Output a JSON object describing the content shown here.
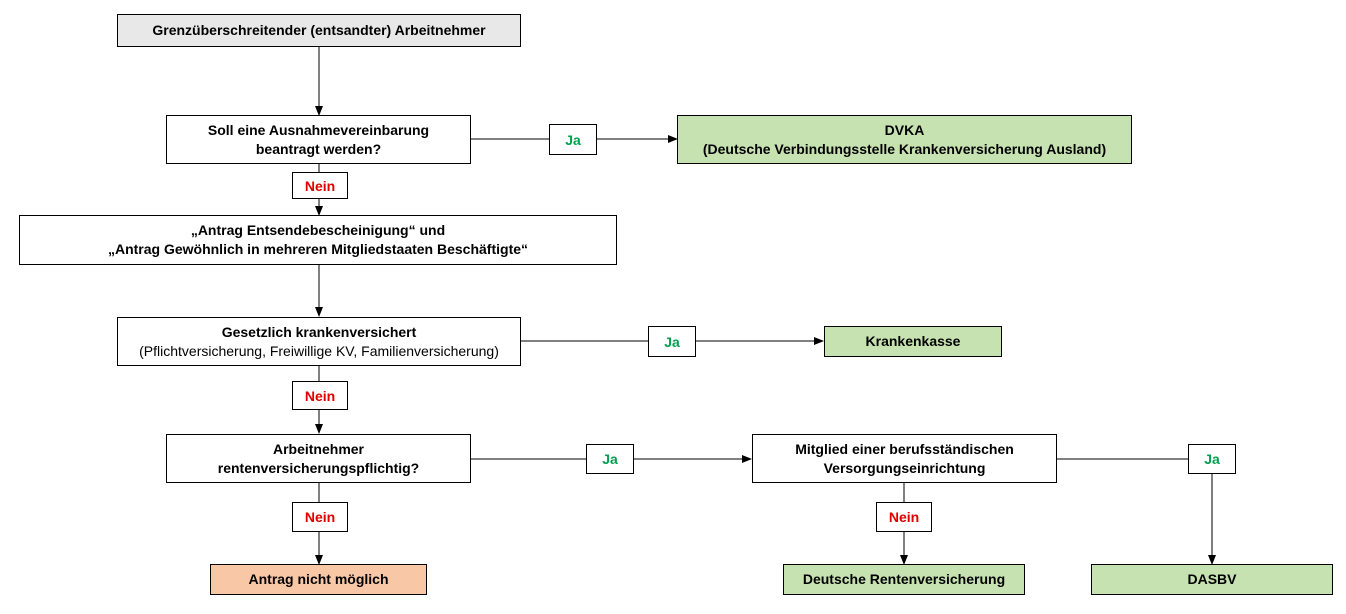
{
  "colors": {
    "start_fill": "#e8e8e8",
    "result_fill": "#c6e2b0",
    "not_possible_fill": "#f8c7a6",
    "yes_text": "#00a050",
    "no_text": "#e00000"
  },
  "nodes": {
    "start": "Grenzüberschreitender (entsandter) Arbeitnehmer",
    "q_exception": {
      "line1": "Soll eine Ausnahmevereinbarung",
      "line2": "beantragt werden?"
    },
    "dvka": {
      "line1": "DVKA",
      "line2": "(Deutsche Verbindungsstelle Krankenversicherung Ausland)"
    },
    "antrag": {
      "line1": "„Antrag Entsendebescheinigung“ und",
      "line2": "„Antrag Gewöhnlich in mehreren Mitgliedstaaten Beschäftigte“"
    },
    "q_health": {
      "line1": "Gesetzlich krankenversichert",
      "line2": "(Pflichtversicherung, Freiwillige KV, Familienversicherung)"
    },
    "krankenkasse": "Krankenkasse",
    "q_pension": {
      "line1": "Arbeitnehmer",
      "line2": "rentenversicherungspflichtig?"
    },
    "q_member": {
      "line1": "Mitglied einer berufsständischen",
      "line2": "Versorgungseinrichtung"
    },
    "not_possible": "Antrag  nicht möglich",
    "drv": "Deutsche Rentenversicherung",
    "dasbv": "DASBV"
  },
  "labels": {
    "yes": "Ja",
    "no": "Nein"
  }
}
